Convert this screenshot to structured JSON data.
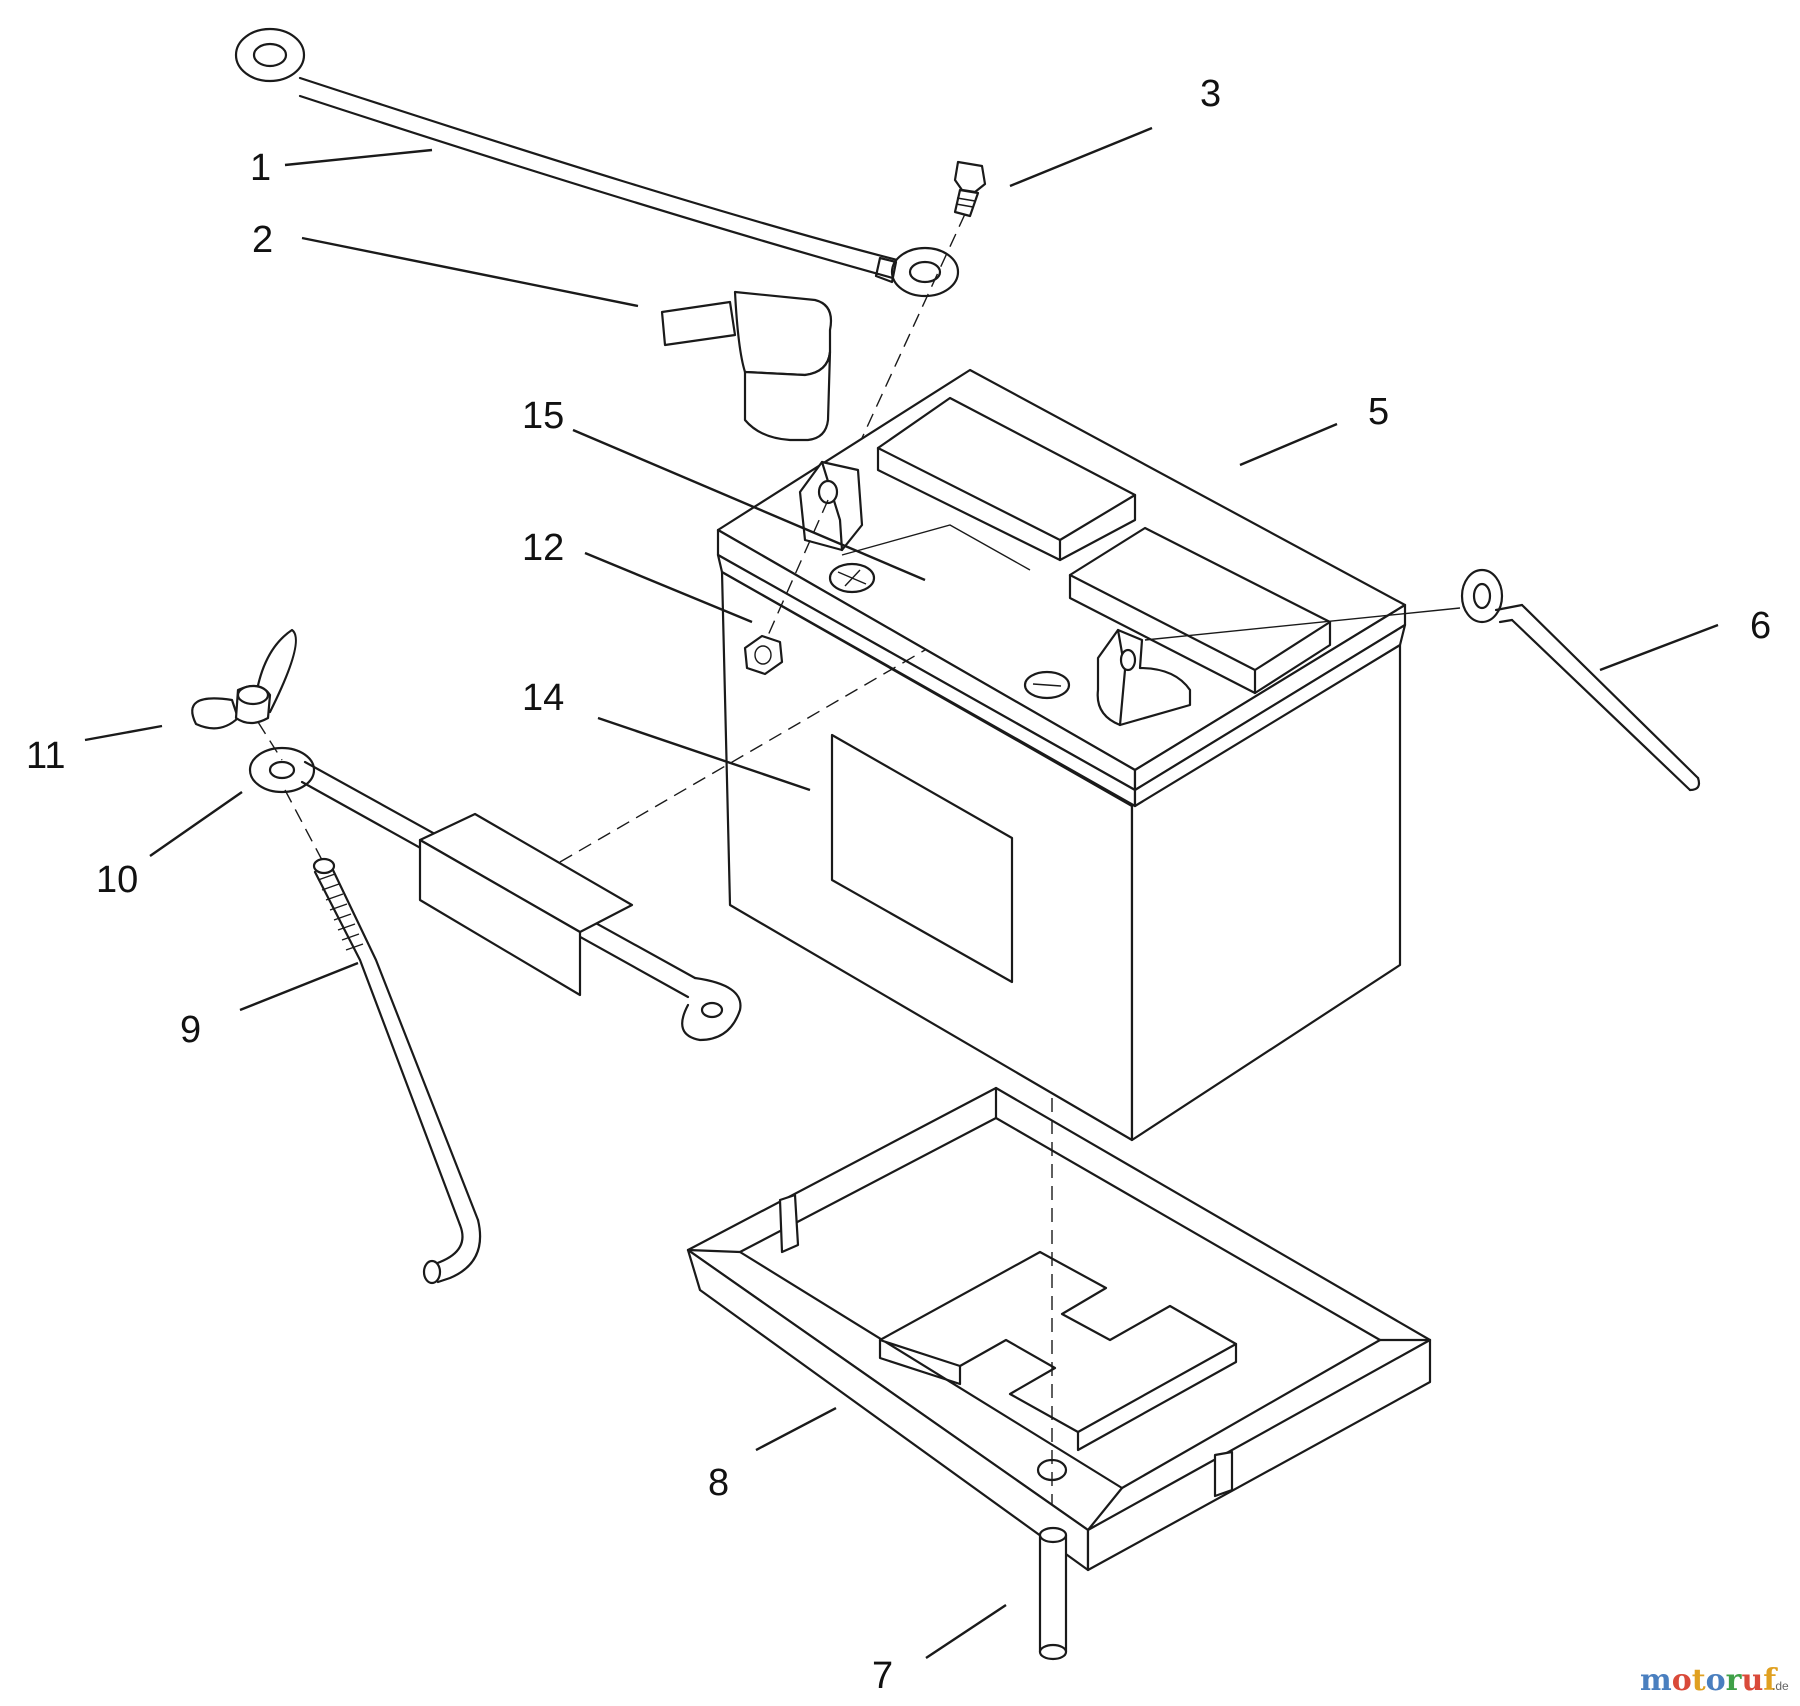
{
  "callouts": {
    "c1": "1",
    "c2": "2",
    "c3": "3",
    "c5": "5",
    "c6": "6",
    "c7": "7",
    "c8": "8",
    "c9": "9",
    "c10": "10",
    "c11": "11",
    "c12": "12",
    "c14": "14",
    "c15": "15"
  },
  "watermark": {
    "text": "motoruf",
    "suffix": ".de"
  }
}
